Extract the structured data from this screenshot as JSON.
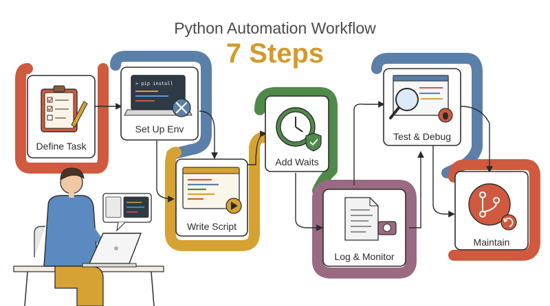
{
  "header": {
    "title": "Python Automation Workflow",
    "subtitle": "7 Steps"
  },
  "steps": [
    {
      "label": "Define Task",
      "icon": "clipboard-checklist-icon",
      "accent": "#cf5a3f"
    },
    {
      "label": "Set Up Env",
      "icon": "laptop-terminal-icon",
      "accent": "#5a7fa8",
      "screen_text": "> pip install"
    },
    {
      "label": "Write Script",
      "icon": "code-window-icon",
      "accent": "#d6a233"
    },
    {
      "label": "Add Waits",
      "icon": "clock-shield-icon",
      "accent": "#4f8a4a"
    },
    {
      "label": "Log & Monitor",
      "icon": "log-camera-icon",
      "accent": "#9a6a82"
    },
    {
      "label": "Test & Debug",
      "icon": "magnifier-bug-icon",
      "accent": "#5a7fa8"
    },
    {
      "label": "Maintain",
      "icon": "git-branch-refresh-icon",
      "accent": "#cf5a3f"
    }
  ],
  "colors": {
    "red": "#cf5a3f",
    "blue": "#5a7fa8",
    "gold": "#d6a233",
    "green": "#4f8a4a",
    "mauve": "#9a6a82",
    "outline": "#2b2b2b"
  }
}
